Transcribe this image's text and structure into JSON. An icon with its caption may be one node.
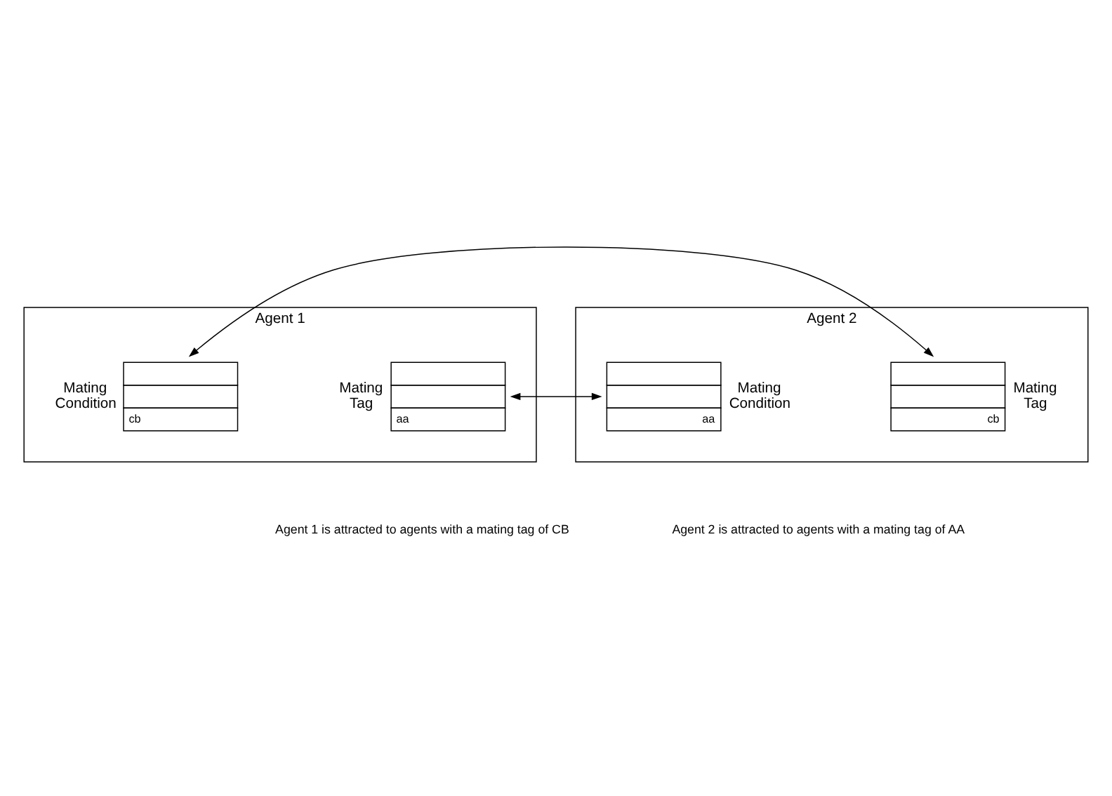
{
  "diagram": {
    "nodes": [
      {
        "text": [
          "Agent 1"
        ]
      },
      {
        "text": [
          "aa"
        ],
        "beside": [
          "Mating Tag"
        ],
        "in": 0
      },
      {
        "text": [
          "cb"
        ],
        "beside": [
          "Mating Condition"
        ],
        "in": 0
      },
      {
        "text": [
          "Agent 2"
        ]
      },
      {
        "text": [
          "cb"
        ],
        "beside": [
          "Mating Tag"
        ],
        "in": 3
      },
      {
        "text": [
          "aa"
        ],
        "beside": [
          "Mating Condition"
        ],
        "in": 3
      }
    ],
    "edges": [
      {
        "from": 1,
        "to": 5,
        "arrow": "both"
      },
      {
        "from": 4,
        "to": 2,
        "arrow": "both"
      }
    ],
    "labels": [
      "Agent 1 is attracted to agents with a mating tag of CB",
      "Agent 2 is attracted to agents with a mating tag of AA"
    ]
  }
}
